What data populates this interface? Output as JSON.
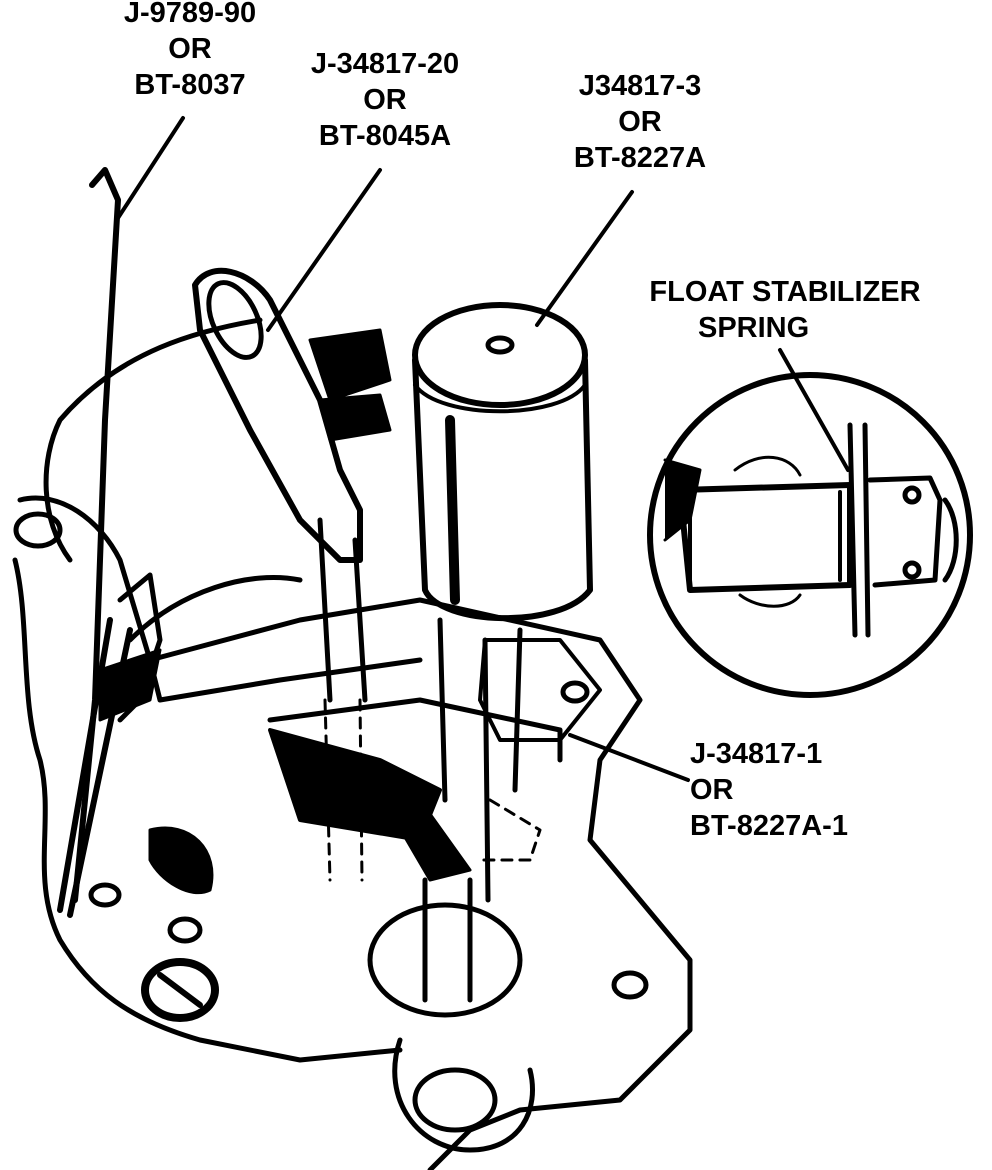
{
  "labels": {
    "tool_a": {
      "line1": "J-9789-90",
      "line2": "OR",
      "line3": "BT-8037"
    },
    "tool_b": {
      "line1": "J-34817-20",
      "line2": "OR",
      "line3": "BT-8045A"
    },
    "tool_c": {
      "line1": "J34817-3",
      "line2": "OR",
      "line3": "BT-8227A"
    },
    "float_spring": {
      "line1": "FLOAT STABILIZER",
      "line2": "SPRING"
    },
    "tool_d": {
      "line1": "J-34817-1",
      "line2": "OR",
      "line3": "BT-8227A-1"
    }
  },
  "colors": {
    "ink": "#000000",
    "paper": "#ffffff"
  }
}
